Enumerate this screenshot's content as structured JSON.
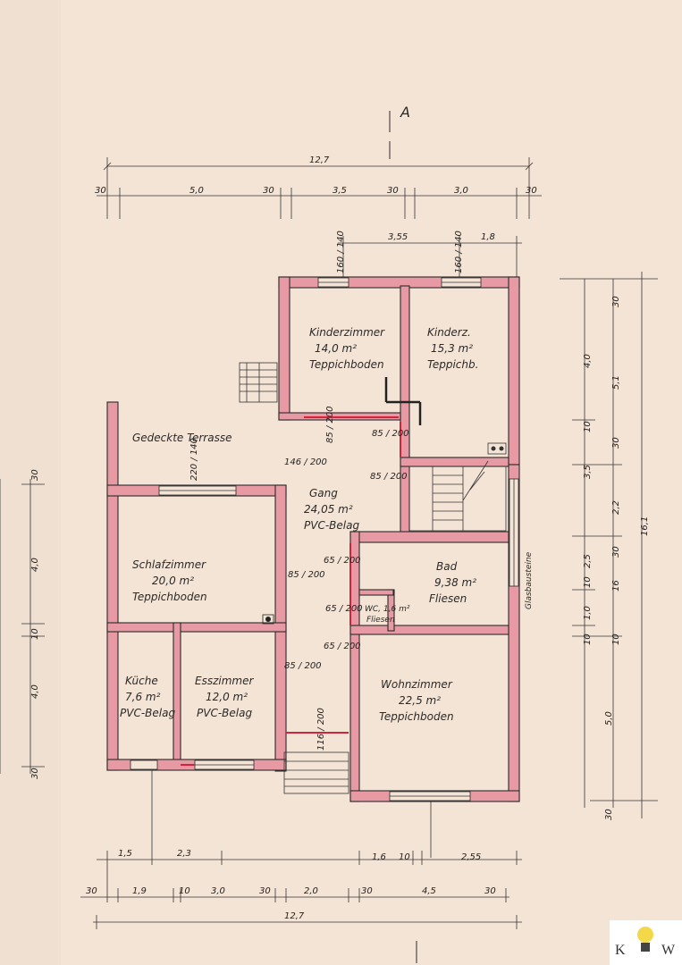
{
  "section_marker": "A",
  "rooms": {
    "kinderzimmer1": {
      "name": "Kinderzimmer",
      "area": "14,0 m²",
      "floor": "Teppichboden"
    },
    "kinderzimmer2": {
      "name": "Kinderz.",
      "area": "15,3 m²",
      "floor": "Teppichb."
    },
    "terrasse": {
      "name": "Gedeckte Terrasse"
    },
    "gang": {
      "name": "Gang",
      "area": "24,05 m²",
      "floor": "PVC-Belag"
    },
    "schlafzimmer": {
      "name": "Schlafzimmer",
      "area": "20,0 m²",
      "floor": "Teppichboden"
    },
    "bad": {
      "name": "Bad",
      "area": "9,38 m²",
      "floor": "Fliesen"
    },
    "wc": {
      "name": "WC, 1,6 m²",
      "floor": "Fliesen"
    },
    "kueche": {
      "name": "Küche",
      "area": "7,6 m²",
      "floor": "PVC-Belag"
    },
    "esszimmer": {
      "name": "Esszimmer",
      "area": "12,0 m²",
      "floor": "PVC-Belag"
    },
    "wohnzimmer": {
      "name": "Wohnzimmer",
      "area": "22,5 m²",
      "floor": "Teppichboden"
    }
  },
  "glass_label": "Glasbausteine",
  "top_dims": {
    "total": "12,7",
    "row2": [
      "30",
      "5,0",
      "30",
      "3,5",
      "30",
      "3,0",
      "30"
    ],
    "row3": [
      "3,55",
      "1,8"
    ]
  },
  "bottom_dims": {
    "row1": [
      "1,5",
      "2,3",
      "1,6",
      "10",
      "2,55"
    ],
    "row2": [
      "30",
      "1,9",
      "10",
      "3,0",
      "30",
      "2,0",
      "30",
      "4,5",
      "30"
    ],
    "total": "12,7"
  },
  "right_dims": {
    "inner": [
      "30",
      "4,0",
      "10",
      "3,5",
      "30",
      "2,5",
      "10",
      "1,0",
      "10",
      "5,0",
      "30"
    ],
    "middle": [
      "5,1",
      "30",
      "2,2",
      "30",
      "16",
      "10"
    ],
    "total": "16,1"
  },
  "left_dims": [
    "30",
    "4,0",
    "10",
    "4,0",
    "30"
  ],
  "openings": {
    "kz1_window": "160 / 140",
    "kz2_window": "160 / 140",
    "kz1_door": "85 / 200",
    "kz2_door": "85 / 200",
    "terrace_window": "220 / 140",
    "terrace_door": "146 / 200",
    "stair_door": "85 / 200",
    "bad_door": "65 / 200",
    "wc_door": "65 / 200",
    "wohn_door": "65 / 200",
    "schlaf_door": "85 / 200",
    "ess_door": "85 / 200",
    "entry_door": "116 / 200"
  },
  "logo": {
    "left": "K",
    "right": "W"
  }
}
